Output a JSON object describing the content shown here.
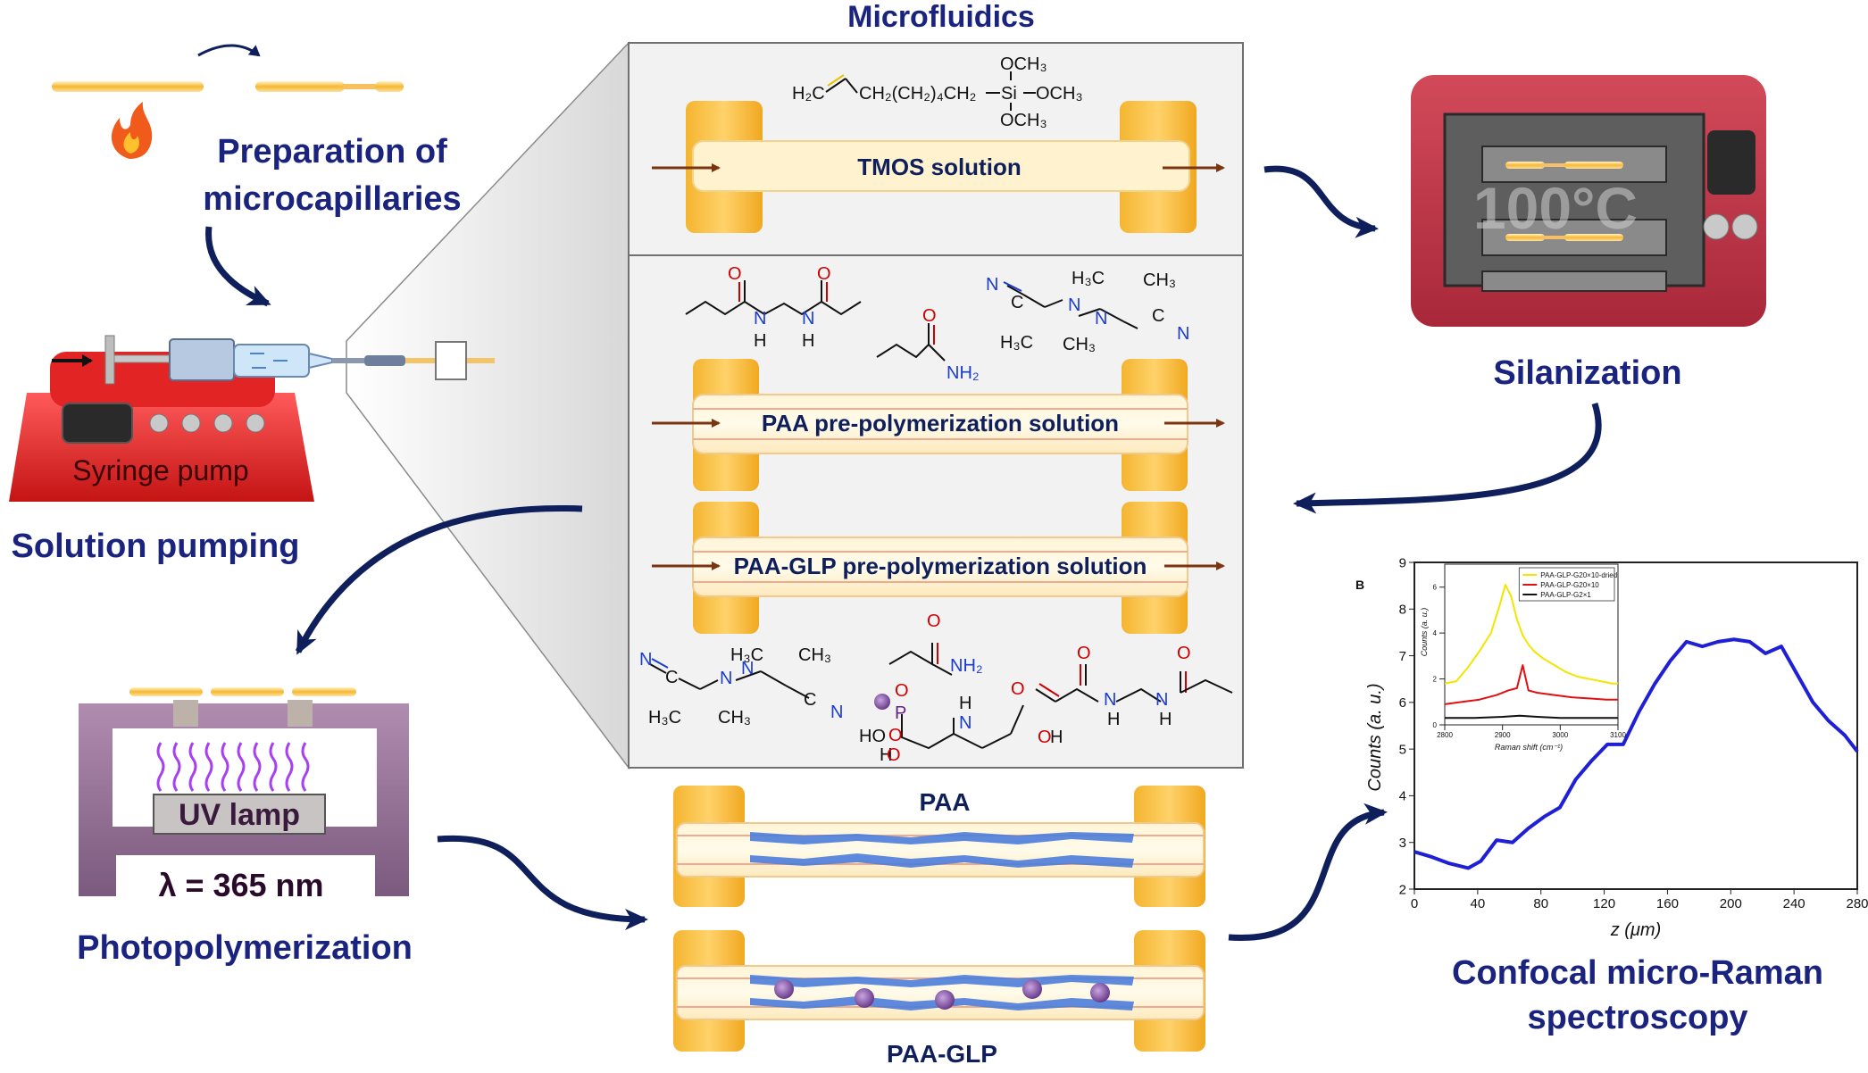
{
  "labels": {
    "microfluidics": "Microfluidics",
    "prep_line1": "Preparation of",
    "prep_line2": "microcapillaries",
    "syringe_pump": "Syringe pump",
    "solution_pumping": "Solution pumping",
    "uv_lamp": "UV lamp",
    "wavelength": "λ = 365 nm",
    "photopolymerization": "Photopolymerization",
    "silanization": "Silanization",
    "oven_temp": "100°C",
    "tmos_solution": "TMOS solution",
    "paa_solution": "PAA pre-polymerization solution",
    "paaglp_solution": "PAA-GLP pre-polymerization solution",
    "paa": "PAA",
    "paa_glp": "PAA-GLP",
    "raman_line1": "Confocal micro-Raman",
    "raman_line2": "spectroscopy"
  },
  "chem": {
    "tmos_left": "H₂C",
    "tmos_chain": "CH₂(CH₂)₄CH₂",
    "si": "Si",
    "och3_top": "OCH₃",
    "och3_right": "OCH₃",
    "och3_bottom": "OCH₃",
    "o": "O",
    "n": "N",
    "h": "H",
    "nh2": "NH₂",
    "h3c": "H₃C",
    "ch3": "CH₃",
    "c": "C",
    "p": "P",
    "ho": "HO",
    "oh": "OH"
  },
  "chart_data": [
    {
      "type": "line",
      "panel_label": "B",
      "xlabel": "z (μm)",
      "ylabel": "Counts (a. u.)",
      "xlim": [
        0,
        280
      ],
      "ylim": [
        2,
        9
      ],
      "xticks": [
        "0",
        "40",
        "80",
        "120",
        "160",
        "200",
        "240",
        "280"
      ],
      "yticks": [
        "2",
        "3",
        "4",
        "5",
        "6",
        "7",
        "8",
        "9"
      ],
      "color": "#1f1fd6",
      "x": [
        0,
        10,
        22,
        34,
        42,
        52,
        62,
        72,
        82,
        92,
        102,
        112,
        122,
        132,
        142,
        152,
        162,
        172,
        182,
        192,
        202,
        212,
        222,
        232,
        242,
        252,
        262,
        272,
        280
      ],
      "y": [
        2.8,
        2.7,
        2.55,
        2.45,
        2.6,
        3.05,
        3.0,
        3.3,
        3.55,
        3.75,
        4.35,
        4.75,
        5.1,
        5.1,
        5.8,
        6.4,
        6.9,
        7.3,
        7.2,
        7.3,
        7.35,
        7.3,
        7.05,
        7.2,
        6.6,
        6.0,
        5.6,
        5.3,
        4.95
      ]
    },
    {
      "type": "line",
      "xlabel": "Raman shift (cm⁻¹)",
      "ylabel": "Counts (a. u.)",
      "xlim": [
        2800,
        3100
      ],
      "ylim": [
        0,
        7
      ],
      "xticks": [
        "2800",
        "2900",
        "3000",
        "3100"
      ],
      "yticks": [
        "0",
        "2",
        "4",
        "6"
      ],
      "series": [
        {
          "name": "PAA-GLP-G20×10-dried",
          "color": "#f2e600",
          "x": [
            2800,
            2820,
            2840,
            2860,
            2880,
            2895,
            2905,
            2915,
            2925,
            2935,
            2945,
            2955,
            2970,
            2990,
            3010,
            3030,
            3050,
            3070,
            3090,
            3100
          ],
          "y": [
            1.8,
            1.9,
            2.5,
            3.2,
            4.0,
            5.2,
            6.1,
            5.6,
            4.6,
            3.9,
            3.5,
            3.2,
            2.9,
            2.6,
            2.3,
            2.1,
            2.0,
            1.9,
            1.8,
            1.8
          ]
        },
        {
          "name": "PAA-GLP-G20×10",
          "color": "#e01010",
          "x": [
            2800,
            2830,
            2860,
            2890,
            2910,
            2925,
            2935,
            2945,
            2960,
            2990,
            3020,
            3050,
            3080,
            3100
          ],
          "y": [
            0.9,
            1.0,
            1.1,
            1.3,
            1.5,
            1.6,
            2.6,
            1.5,
            1.4,
            1.3,
            1.2,
            1.15,
            1.1,
            1.1
          ]
        },
        {
          "name": "PAA-GLP-G2×1",
          "color": "#111111",
          "x": [
            2800,
            2850,
            2900,
            2930,
            2960,
            3000,
            3050,
            3100
          ],
          "y": [
            0.3,
            0.3,
            0.35,
            0.4,
            0.35,
            0.3,
            0.3,
            0.3
          ]
        }
      ]
    }
  ]
}
